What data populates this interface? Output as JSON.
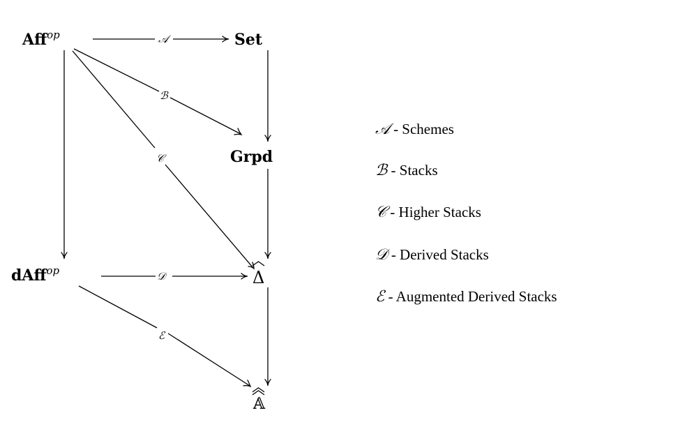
{
  "nodes": {
    "aff": {
      "label": "Aff",
      "sup": "op"
    },
    "set": {
      "label": "Set"
    },
    "grpd": {
      "label": "Grpd"
    },
    "daff": {
      "label": "dAff",
      "sup": "op"
    },
    "delta_hat": {
      "label": "Δ"
    },
    "a_hat": {
      "label": "𝔸"
    }
  },
  "edges": [
    {
      "id": "aff-set",
      "label": "𝒜"
    },
    {
      "id": "aff-grpd",
      "label": "ℬ"
    },
    {
      "id": "aff-deltahat",
      "label": "𝒞"
    },
    {
      "id": "daff-deltahat",
      "label": "𝒟"
    },
    {
      "id": "daff-ahat",
      "label": "ℰ"
    },
    {
      "id": "aff-daff",
      "label": ""
    },
    {
      "id": "set-grpd",
      "label": ""
    },
    {
      "id": "grpd-deltahat",
      "label": ""
    },
    {
      "id": "deltahat-ahat",
      "label": ""
    }
  ],
  "legend": [
    {
      "letter": "𝒜",
      "text": " - Schemes"
    },
    {
      "letter": "ℬ",
      "text": " - Stacks"
    },
    {
      "letter": "𝒞",
      "text": " - Higher Stacks"
    },
    {
      "letter": "𝒟",
      "text": " - Derived Stacks"
    },
    {
      "letter": "ℰ",
      "text": " - Augmented Derived Stacks"
    }
  ]
}
